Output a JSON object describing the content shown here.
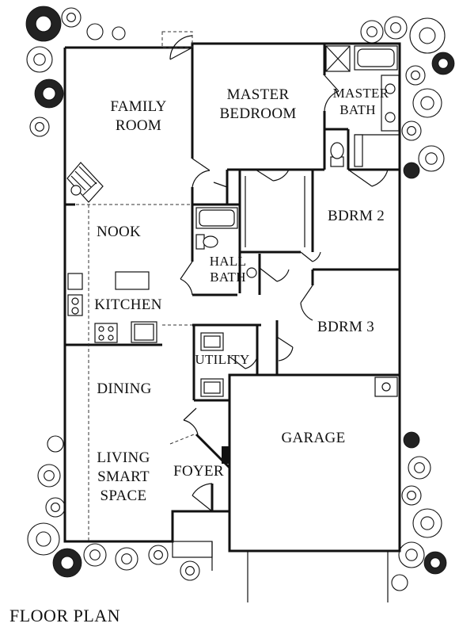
{
  "title": "FLOOR PLAN",
  "rooms": {
    "family_room": [
      "FAMILY",
      "ROOM"
    ],
    "master_bedroom": [
      "MASTER",
      "BEDROOM"
    ],
    "master_bath": [
      "MASTER",
      "BATH"
    ],
    "nook": "NOOK",
    "kitchen": "KITCHEN",
    "bdrm2": "BDRM 2",
    "hall_bath": [
      "HALL",
      "BATH"
    ],
    "bdrm3": "BDRM 3",
    "utility": "UTILITY",
    "dining": "DINING",
    "living": [
      "LIVING",
      "SMART",
      "SPACE"
    ],
    "foyer": "FOYER",
    "garage": "GARAGE"
  }
}
